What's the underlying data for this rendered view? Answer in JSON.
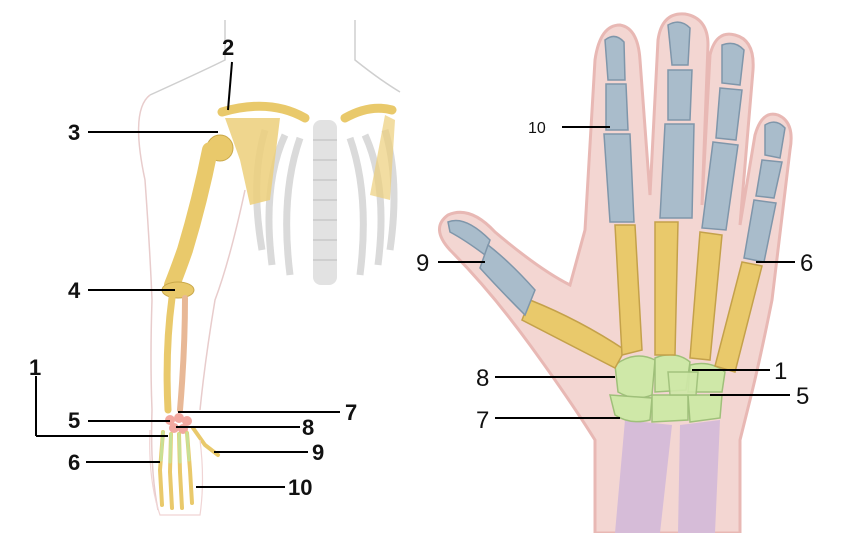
{
  "left_labels": {
    "l1": "1",
    "l2": "2",
    "l3": "3",
    "l4": "4",
    "l5": "5",
    "l6": "6",
    "l7": "7",
    "l8": "8",
    "l9": "9",
    "l10": "10"
  },
  "right_labels": {
    "r1": "1",
    "r5": "5",
    "r6": "6",
    "r7": "7",
    "r8": "8",
    "r9": "9",
    "r10": "10"
  },
  "colors": {
    "bone_yellow": "#e9c96b",
    "carpal_green": "#cfe8a8",
    "phalanx_blue": "#a9bccb",
    "radius_ulna_purple": "#d6bcd8",
    "skin_pink": "#f3d6d2",
    "ribcage_gray": "#d9d9d9"
  }
}
